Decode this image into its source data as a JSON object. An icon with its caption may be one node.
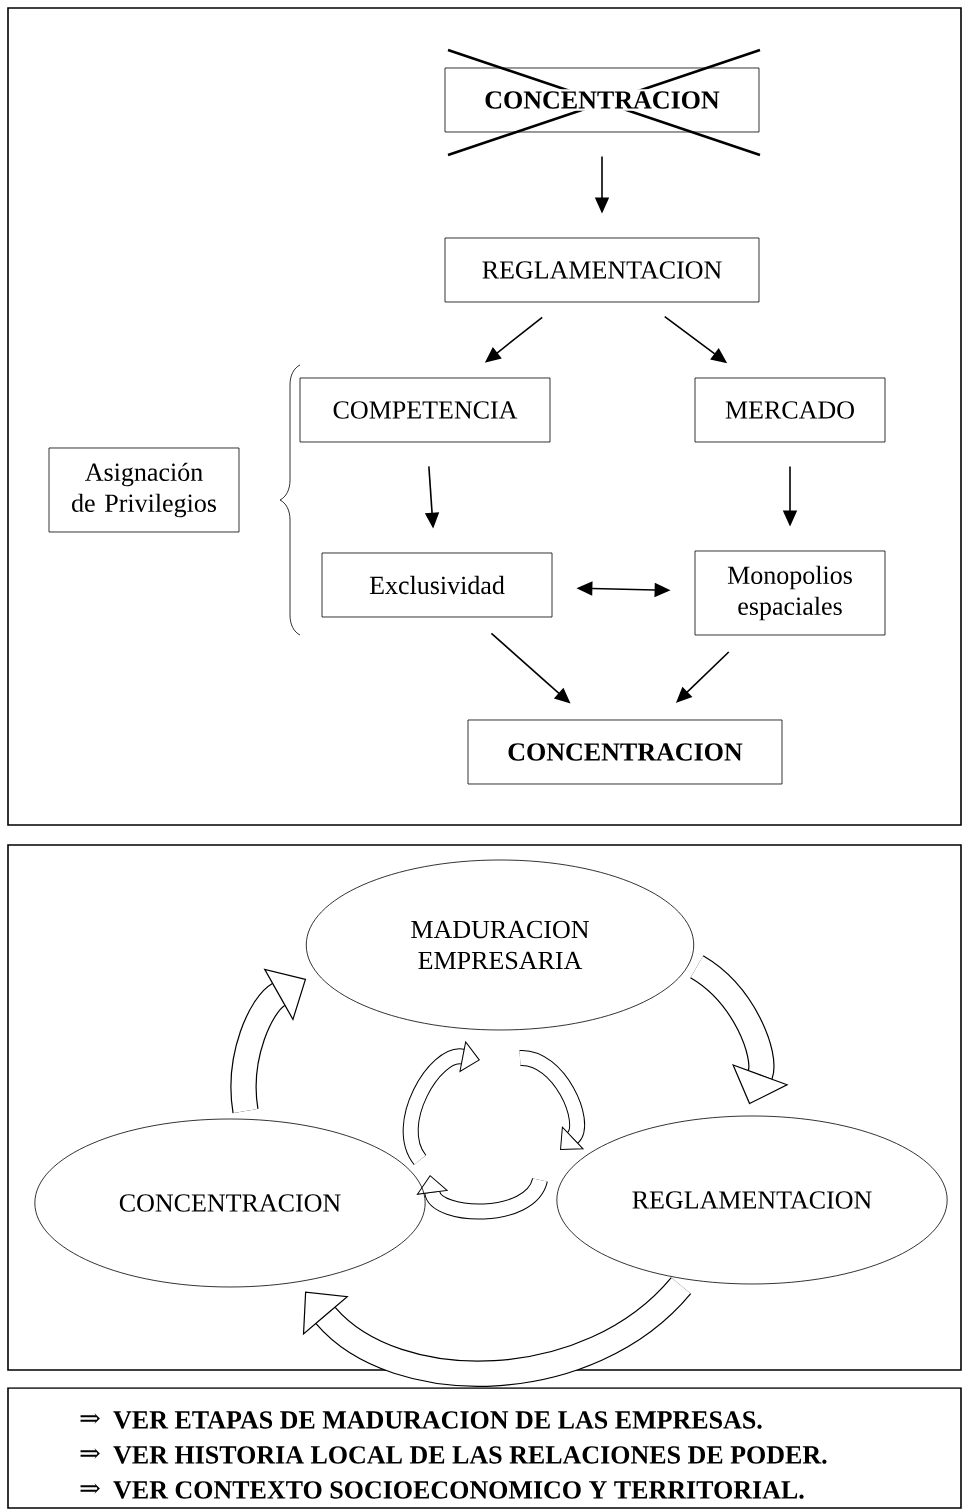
{
  "diagram": {
    "nodes": [
      {
        "text": [
          "CONCENTRACION"
        ]
      },
      {
        "text": [
          "REGLAMENTACION"
        ]
      },
      {
        "text": [
          "COMPETENCIA"
        ]
      },
      {
        "text": [
          "MERCADO"
        ]
      },
      {
        "text": [
          "Asignación de Privilegios"
        ]
      },
      {
        "text": [
          "Exclusividad"
        ]
      },
      {
        "text": [
          "Monopolios espaciales"
        ]
      },
      {
        "text": [
          "CONCENTRACION"
        ]
      },
      {
        "text": [
          "MADURACION EMPRESARIA"
        ]
      },
      {
        "text": [
          "CONCENTRACION"
        ]
      },
      {
        "text": [
          "REGLAMENTACION"
        ]
      }
    ],
    "edges": [
      {
        "from": 0,
        "to": 1,
        "arrow": "to"
      },
      {
        "from": 1,
        "to": 2,
        "arrow": "to"
      },
      {
        "from": 1,
        "to": 3,
        "arrow": "to"
      },
      {
        "from": 2,
        "to": 5,
        "arrow": "to"
      },
      {
        "from": 3,
        "to": 6,
        "arrow": "to"
      },
      {
        "from": 5,
        "to": 6,
        "arrow": "both"
      },
      {
        "from": 5,
        "to": 7,
        "arrow": "to"
      },
      {
        "from": 6,
        "to": 7,
        "arrow": "to"
      },
      {
        "from": 9,
        "to": 8,
        "arrow": "to",
        "style": "thick"
      },
      {
        "from": 8,
        "to": 10,
        "arrow": "to",
        "style": "thick"
      },
      {
        "from": 10,
        "to": 9,
        "arrow": "to",
        "style": "thick"
      }
    ],
    "labels": [
      "⇒",
      "VER ETAPAS DE MADURACION DE LAS EMPRESAS.",
      "⇒",
      "VER HISTORIA LOCAL DE LAS RELACIONES DE PODER.",
      "⇒",
      "VER CONTEXTO SOCIOECONOMICO Y TERRITORIAL."
    ]
  }
}
